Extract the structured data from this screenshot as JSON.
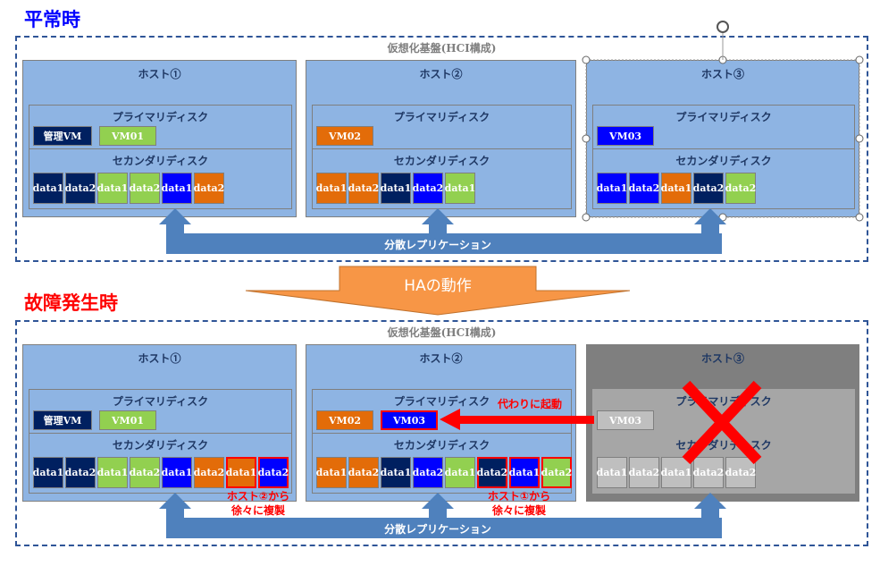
{
  "colors": {
    "navy": "#002060",
    "green": "#92d050",
    "blue": "#0000ff",
    "orange": "#e36c09",
    "gray": "#bfbfbf",
    "host": "#8eb4e3",
    "frame": "#2f5597",
    "arrow": "#4f81bd",
    "ha_arrow": "#f79646",
    "alert": "#ff0000"
  },
  "ha_label": "HAの動作",
  "sections": [
    {
      "title": "平常時",
      "title_color": "#0000ff",
      "platform": "仮想化基盤(HCI構成)",
      "replication": "分散レプリケーション",
      "hosts": [
        {
          "name": "ホスト①",
          "primary": "プライマリディスク",
          "secondary": "セカンダリディスク",
          "vms": [
            {
              "label": "管理VM",
              "color": "navy"
            },
            {
              "label": "VM01",
              "color": "green"
            }
          ],
          "data": [
            {
              "label": "data1",
              "color": "navy"
            },
            {
              "label": "data2",
              "color": "navy"
            },
            {
              "label": "data1",
              "color": "green"
            },
            {
              "label": "data2",
              "color": "green"
            },
            {
              "label": "data1",
              "color": "blue"
            },
            {
              "label": "data2",
              "color": "orange"
            }
          ]
        },
        {
          "name": "ホスト②",
          "primary": "プライマリディスク",
          "secondary": "セカンダリディスク",
          "vms": [
            {
              "label": "VM02",
              "color": "orange"
            }
          ],
          "data": [
            {
              "label": "data1",
              "color": "orange"
            },
            {
              "label": "data2",
              "color": "orange"
            },
            {
              "label": "data1",
              "color": "navy"
            },
            {
              "label": "data2",
              "color": "blue"
            },
            {
              "label": "data1",
              "color": "green"
            }
          ]
        },
        {
          "name": "ホスト③",
          "primary": "プライマリディスク",
          "secondary": "セカンダリディスク",
          "selected": true,
          "vms": [
            {
              "label": "VM03",
              "color": "blue"
            }
          ],
          "data": [
            {
              "label": "data1",
              "color": "blue"
            },
            {
              "label": "data2",
              "color": "blue"
            },
            {
              "label": "data1",
              "color": "orange"
            },
            {
              "label": "data2",
              "color": "navy"
            },
            {
              "label": "data2",
              "color": "green"
            }
          ]
        }
      ]
    },
    {
      "title": "故障発生時",
      "title_color": "#ff0000",
      "platform": "仮想化基盤(HCI構成)",
      "replication": "分散レプリケーション",
      "hosts": [
        {
          "name": "ホスト①",
          "primary": "プライマリディスク",
          "secondary": "セカンダリディスク",
          "vms": [
            {
              "label": "管理VM",
              "color": "navy"
            },
            {
              "label": "VM01",
              "color": "green"
            }
          ],
          "data": [
            {
              "label": "data1",
              "color": "navy"
            },
            {
              "label": "data2",
              "color": "navy"
            },
            {
              "label": "data1",
              "color": "green"
            },
            {
              "label": "data2",
              "color": "green"
            },
            {
              "label": "data1",
              "color": "blue"
            },
            {
              "label": "data2",
              "color": "orange"
            },
            {
              "label": "data1",
              "color": "orange",
              "highlight": true
            },
            {
              "label": "data2",
              "color": "blue",
              "highlight": true
            }
          ],
          "note": [
            "ホスト②から",
            "徐々に複製"
          ]
        },
        {
          "name": "ホスト②",
          "primary": "プライマリディスク",
          "secondary": "セカンダリディスク",
          "vms": [
            {
              "label": "VM02",
              "color": "orange"
            },
            {
              "label": "VM03",
              "color": "blue",
              "highlight": true
            }
          ],
          "data": [
            {
              "label": "data1",
              "color": "orange"
            },
            {
              "label": "data2",
              "color": "orange"
            },
            {
              "label": "data1",
              "color": "navy"
            },
            {
              "label": "data2",
              "color": "blue"
            },
            {
              "label": "data1",
              "color": "green"
            },
            {
              "label": "data2",
              "color": "navy",
              "highlight": true
            },
            {
              "label": "data1",
              "color": "blue",
              "highlight": true
            },
            {
              "label": "data2",
              "color": "green",
              "highlight": true
            }
          ],
          "note": [
            "ホスト①から",
            "徐々に複製"
          ],
          "failover_note": "代わりに起動"
        },
        {
          "name": "ホスト③",
          "primary": "プライマリディスク",
          "secondary": "セカンダリディスク",
          "down": true,
          "vms": [
            {
              "label": "VM03",
              "color": "gray"
            }
          ],
          "data": [
            {
              "label": "data1",
              "color": "gray"
            },
            {
              "label": "data2",
              "color": "gray"
            },
            {
              "label": "data1",
              "color": "gray"
            },
            {
              "label": "data2",
              "color": "gray"
            },
            {
              "label": "data2",
              "color": "gray"
            }
          ]
        }
      ]
    }
  ]
}
